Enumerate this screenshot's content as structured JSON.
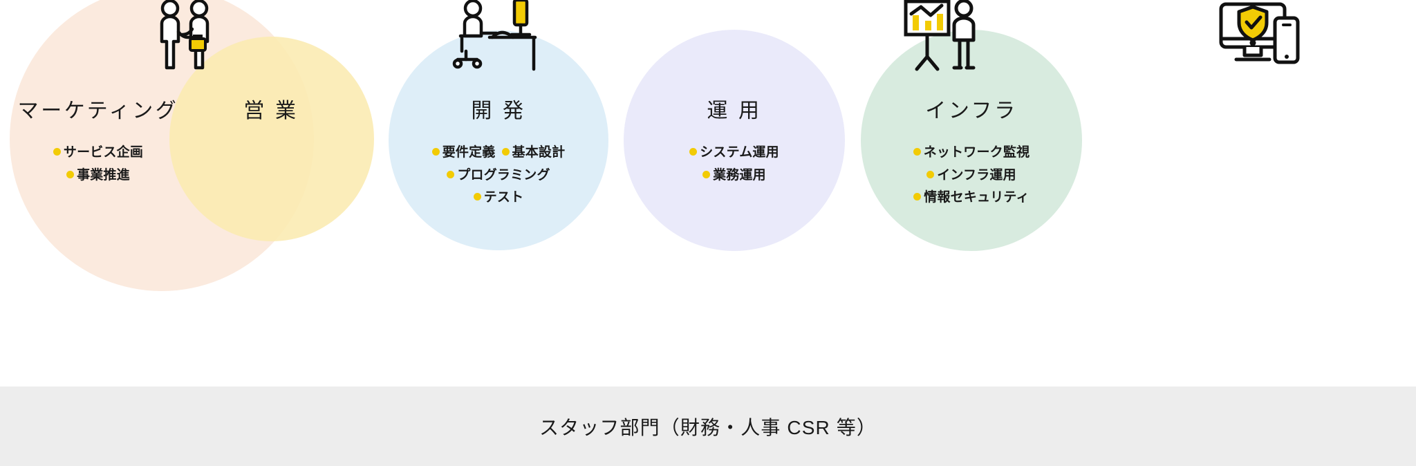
{
  "diagram": {
    "title_hidden": "",
    "colors": {
      "marketing_fill": "#fbeade",
      "sales_fill": "#fbeab0",
      "overlap_fill": "#fadf9a",
      "dev_fill": "#deeef8",
      "ops_fill": "#eaeafa",
      "infra_fill": "#d8ebdf",
      "bullet_dot": "#f2cb05",
      "text": "#1a1a1a",
      "staff_bar_bg": "#ededed",
      "icon_stroke": "#111111",
      "icon_accent": "#f2cb05"
    },
    "groups": [
      {
        "id": "marketing",
        "title": "マーケティング",
        "icon": "handshake-icon",
        "bullet_lines": [
          [
            "サービス企画"
          ],
          [
            "事業推進"
          ]
        ]
      },
      {
        "id": "sales",
        "title": "営 業",
        "icon": "handshake-icon",
        "bullet_lines": []
      },
      {
        "id": "development",
        "title": "開 発",
        "icon": "desk-worker-icon",
        "bullet_lines": [
          [
            "要件定義",
            "基本設計"
          ],
          [
            "プログラミング"
          ],
          [
            "テスト"
          ]
        ]
      },
      {
        "id": "operations",
        "title": "運 用",
        "icon": "presentation-person-icon",
        "bullet_lines": [
          [
            "システム運用"
          ],
          [
            "業務運用"
          ]
        ]
      },
      {
        "id": "infrastructure",
        "title": "インフラ",
        "icon": "secure-devices-icon",
        "bullet_lines": [
          [
            "ネットワーク監視"
          ],
          [
            "インフラ運用"
          ],
          [
            "情報セキュリティ"
          ]
        ]
      }
    ],
    "staff_bar": {
      "label": "スタッフ部門（財務・人事 CSR 等）"
    }
  }
}
